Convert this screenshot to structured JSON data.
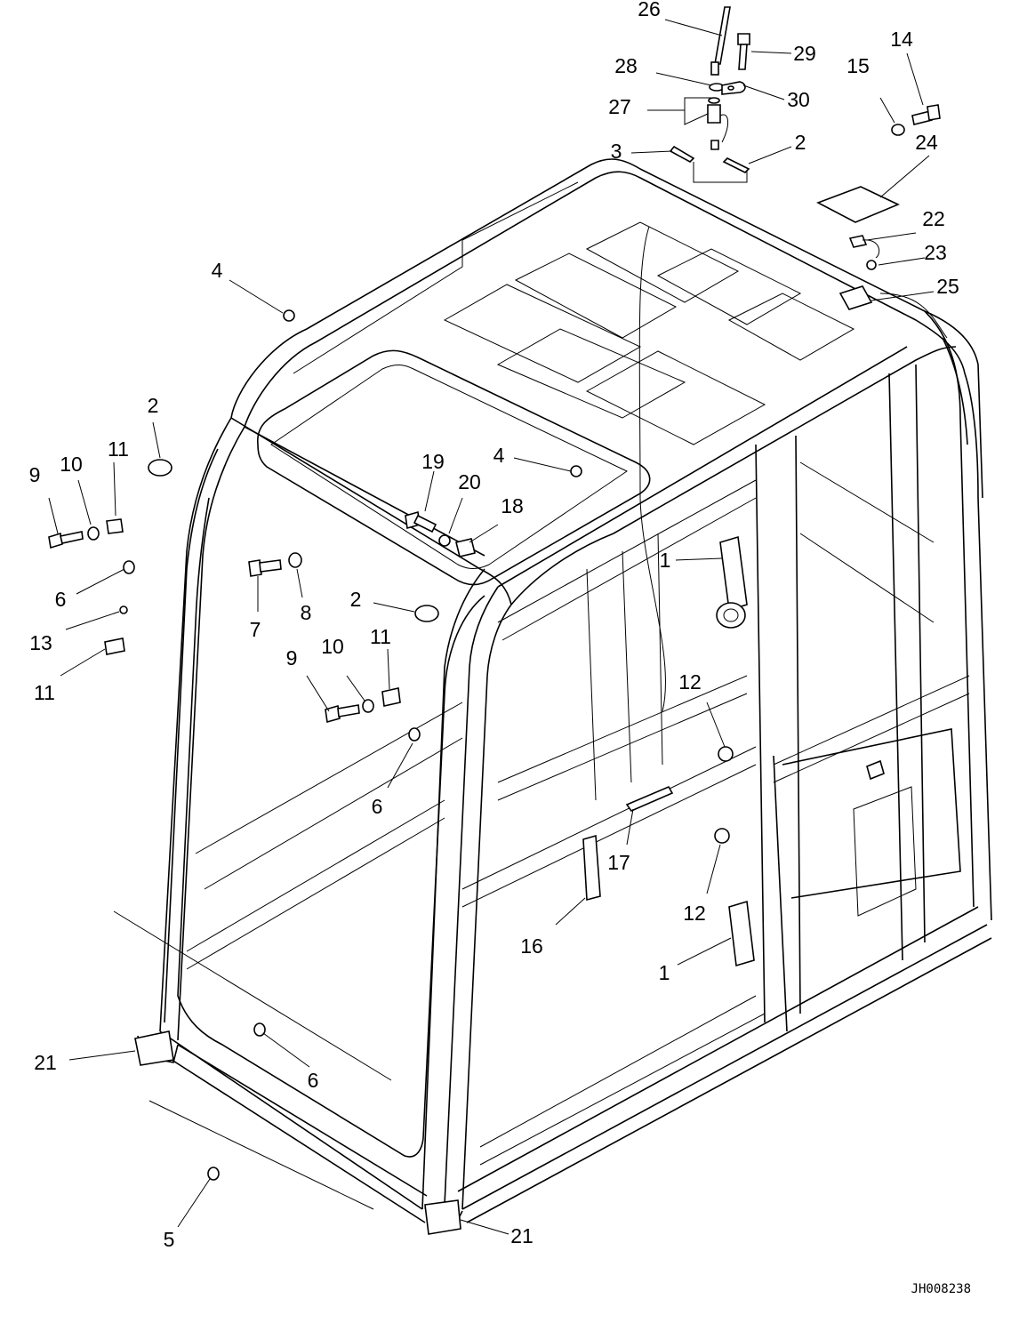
{
  "drawing_code": "JH008238",
  "callouts": [
    {
      "id": "c26",
      "label": "26"
    },
    {
      "id": "c29",
      "label": "29"
    },
    {
      "id": "c28",
      "label": "28"
    },
    {
      "id": "c30",
      "label": "30"
    },
    {
      "id": "c27",
      "label": "27"
    },
    {
      "id": "c3",
      "label": "3"
    },
    {
      "id": "c2a",
      "label": "2"
    },
    {
      "id": "c15",
      "label": "15"
    },
    {
      "id": "c14",
      "label": "14"
    },
    {
      "id": "c24",
      "label": "24"
    },
    {
      "id": "c22",
      "label": "22"
    },
    {
      "id": "c23",
      "label": "23"
    },
    {
      "id": "c25",
      "label": "25"
    },
    {
      "id": "c4a",
      "label": "4"
    },
    {
      "id": "c2b",
      "label": "2"
    },
    {
      "id": "c9a",
      "label": "9"
    },
    {
      "id": "c10a",
      "label": "10"
    },
    {
      "id": "c11a",
      "label": "11"
    },
    {
      "id": "c19",
      "label": "19"
    },
    {
      "id": "c4b",
      "label": "4"
    },
    {
      "id": "c20",
      "label": "20"
    },
    {
      "id": "c18",
      "label": "18"
    },
    {
      "id": "c1a",
      "label": "1"
    },
    {
      "id": "c6a",
      "label": "6"
    },
    {
      "id": "c7",
      "label": "7"
    },
    {
      "id": "c8",
      "label": "8"
    },
    {
      "id": "c2c",
      "label": "2"
    },
    {
      "id": "c13",
      "label": "13"
    },
    {
      "id": "c11b",
      "label": "11"
    },
    {
      "id": "c9b",
      "label": "9"
    },
    {
      "id": "c10b",
      "label": "10"
    },
    {
      "id": "c11c",
      "label": "11"
    },
    {
      "id": "c12a",
      "label": "12"
    },
    {
      "id": "c6b",
      "label": "6"
    },
    {
      "id": "c17",
      "label": "17"
    },
    {
      "id": "c12b",
      "label": "12"
    },
    {
      "id": "c16",
      "label": "16"
    },
    {
      "id": "c1b",
      "label": "1"
    },
    {
      "id": "c21a",
      "label": "21"
    },
    {
      "id": "c6c",
      "label": "6"
    },
    {
      "id": "c5",
      "label": "5"
    },
    {
      "id": "c21b",
      "label": "21"
    }
  ]
}
